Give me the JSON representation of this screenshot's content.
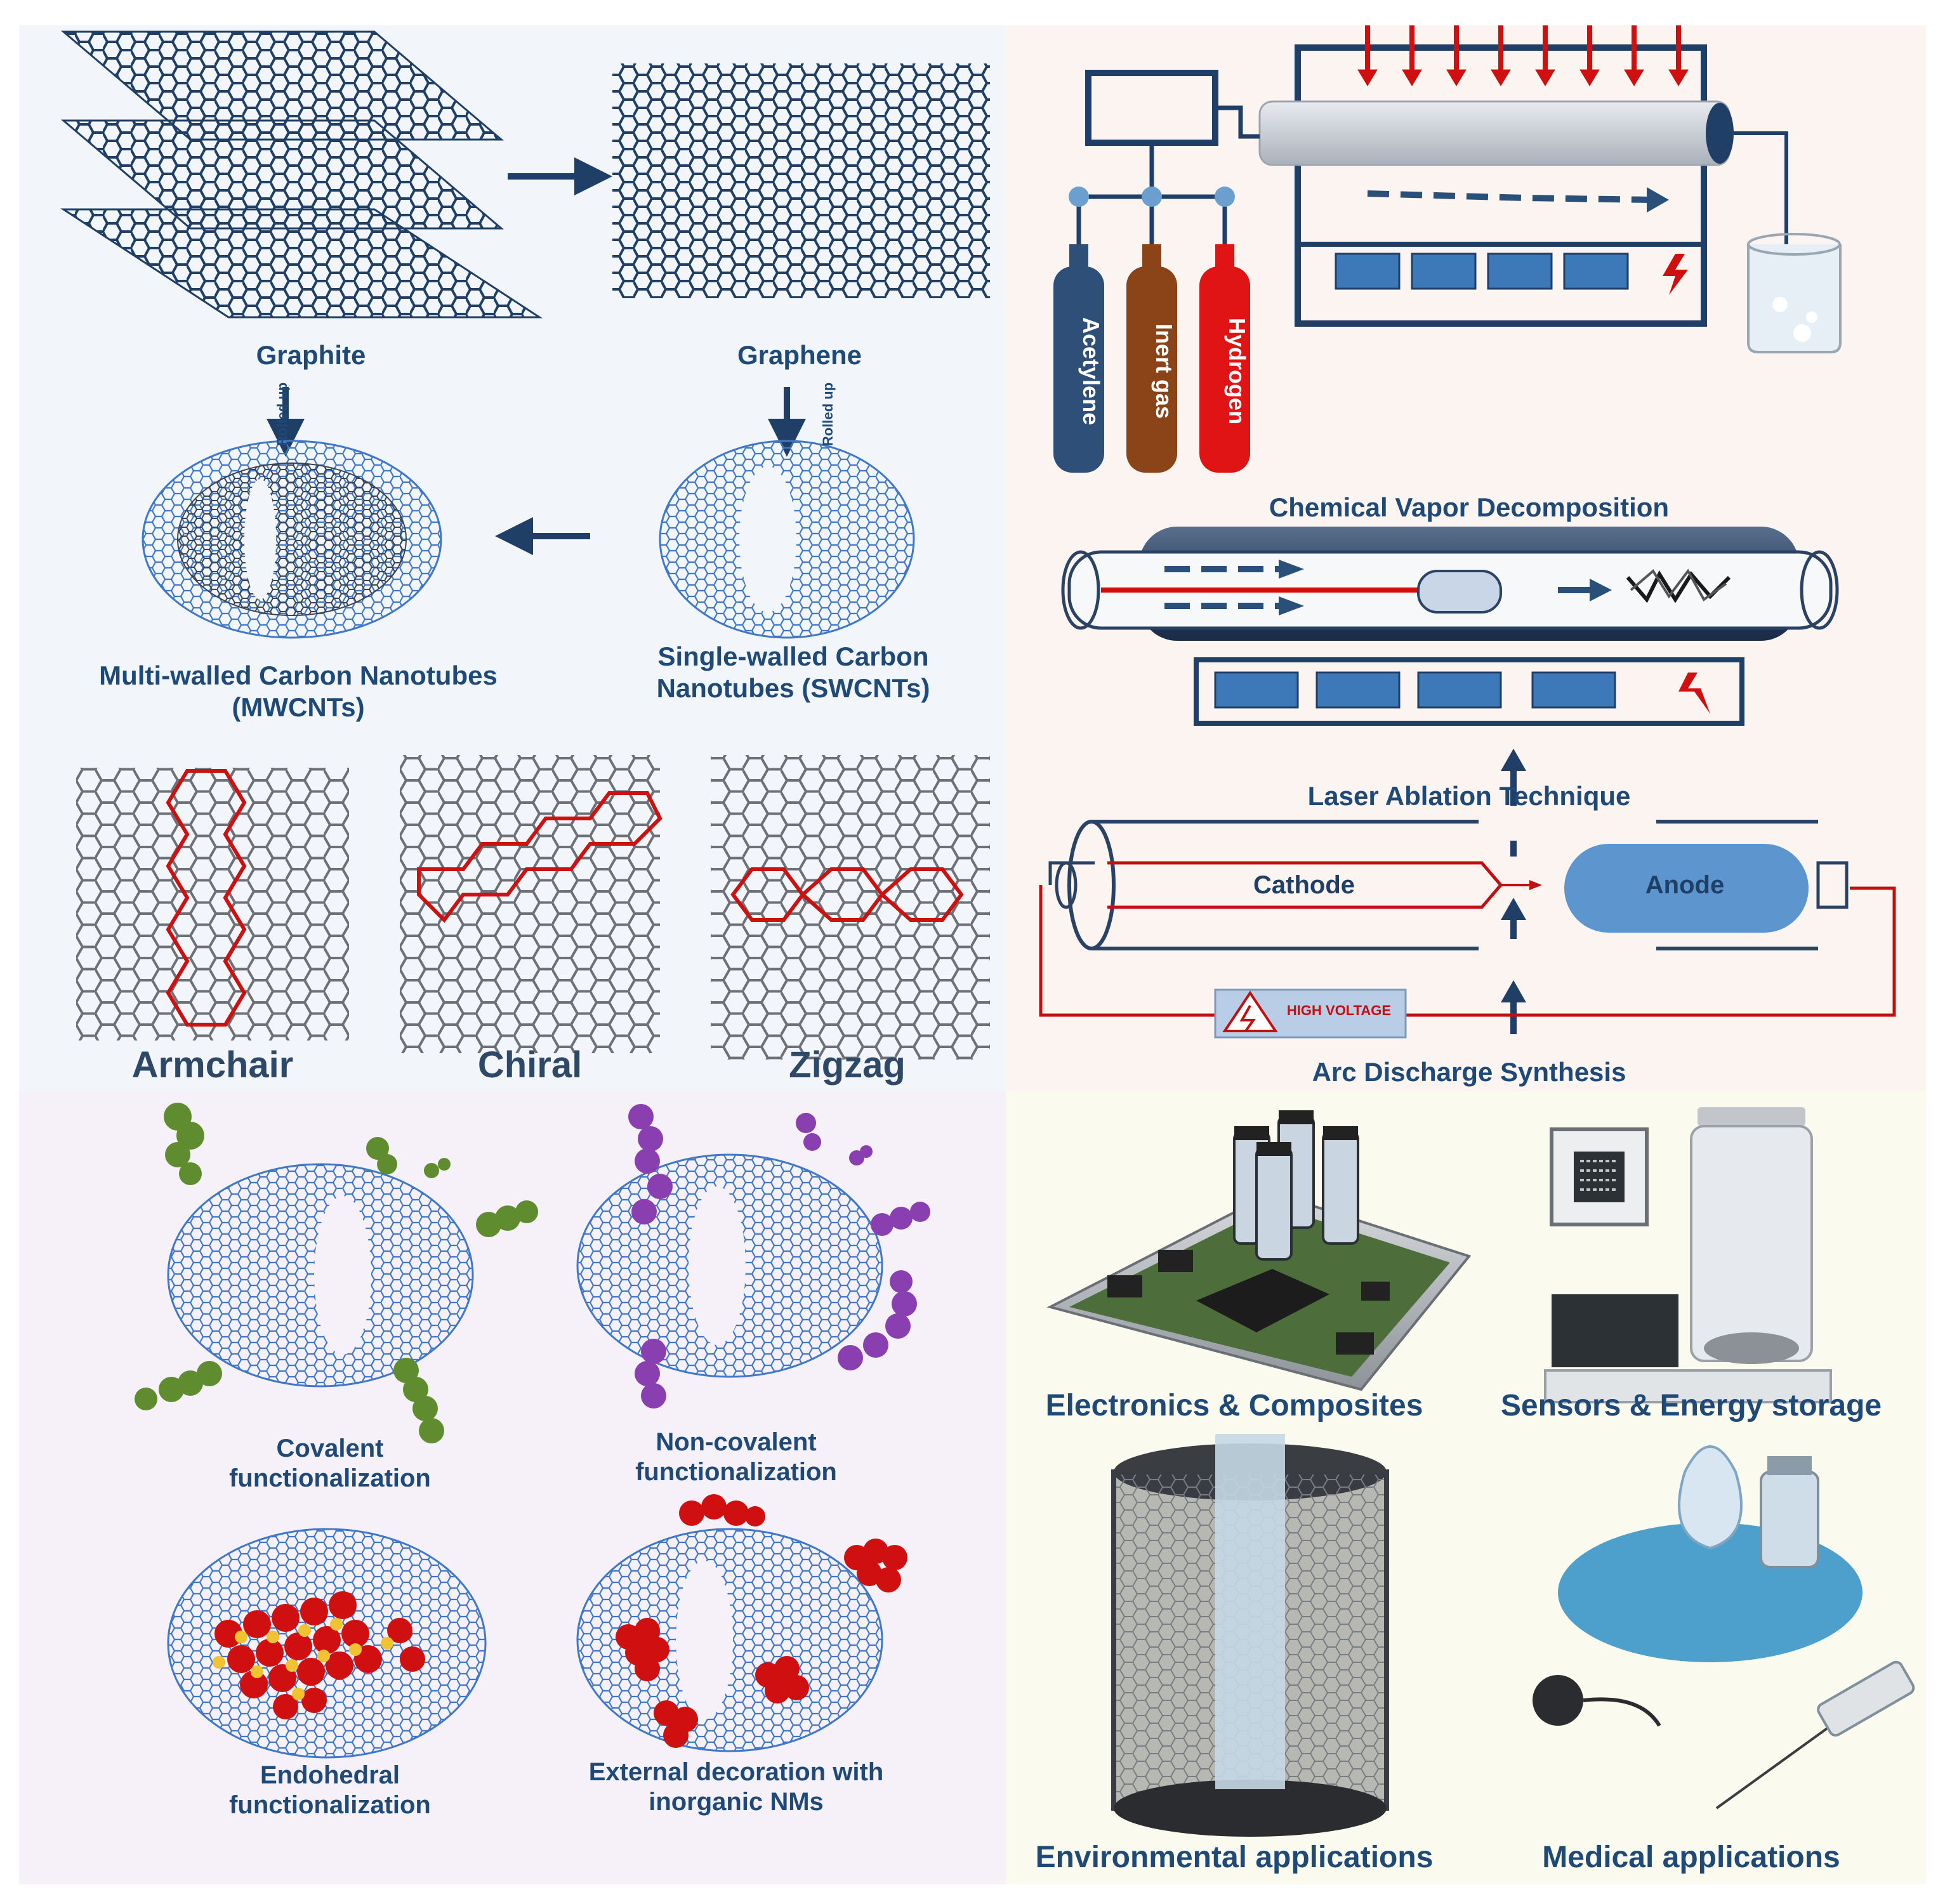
{
  "structures": {
    "graphite": "Graphite",
    "graphene": "Graphene",
    "rolled_up_left": "Rolled up",
    "rolled_up_right": "Rolled up",
    "mwcnt": "Multi-walled Carbon Nanotubes (MWCNTs)",
    "swcnt": "Single-walled Carbon Nanotubes (SWCNTs)",
    "armchair": "Armchair",
    "chiral": "Chiral",
    "zigzag": "Zigzag"
  },
  "synthesis": {
    "cvd_title": "Chemical Vapor Decomposition",
    "gases": [
      "Acetylene",
      "Inert gas",
      "Hydrogen"
    ],
    "laser_title": "Laser Ablation Technique",
    "cathode": "Cathode",
    "anode": "Anode",
    "high_voltage": "HIGH VOLTAGE",
    "arc_title": "Arc Discharge Synthesis"
  },
  "functionalization": {
    "covalent": "Covalent functionalization",
    "non_covalent": "Non-covalent functionalization",
    "endohedral": "Endohedral functionalization",
    "external": "External decoration with inorganic NMs"
  },
  "applications": {
    "electronics": "Electronics & Composites",
    "sensors": "Sensors & Energy storage",
    "environmental": "Environmental applications",
    "medical": "Medical applications"
  },
  "colors": {
    "navy": "#1f3f66",
    "tube_blue": "#3f78c8",
    "red": "#d01010",
    "green": "#5e8c2e",
    "purple": "#8a3fb0",
    "acetylene": "#2d4f78",
    "inert_gas": "#8a4417",
    "hydrogen": "#e01414"
  }
}
